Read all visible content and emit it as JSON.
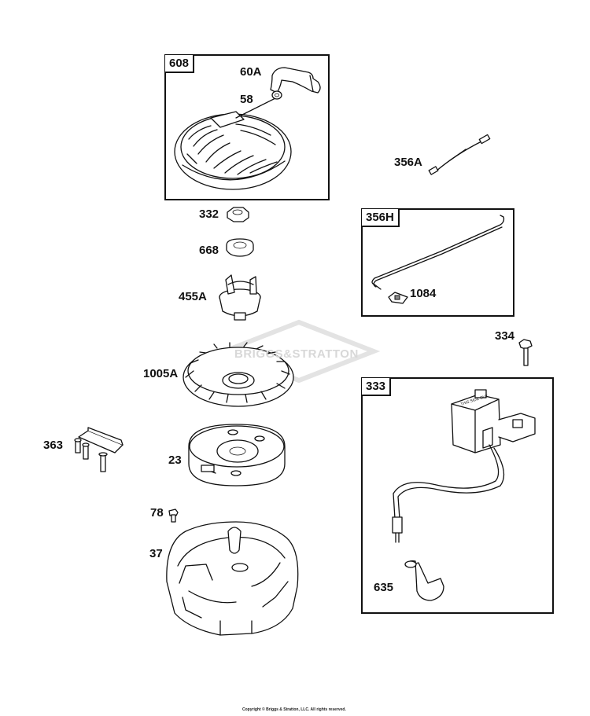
{
  "boxes": {
    "b608": "608",
    "b356h": "356H",
    "b333": "333"
  },
  "parts": {
    "p60a": "60A",
    "p58": "58",
    "p356a": "356A",
    "p332": "332",
    "p668": "668",
    "p455a": "455A",
    "p1084": "1084",
    "p334": "334",
    "p1005a": "1005A",
    "p363": "363",
    "p23": "23",
    "p78": "78",
    "p37": "37",
    "p635": "635"
  },
  "watermark": "BRIGGS&STRATTON",
  "footer": "Copyright © Briggs & Stratton, LLC. All rights reserved."
}
